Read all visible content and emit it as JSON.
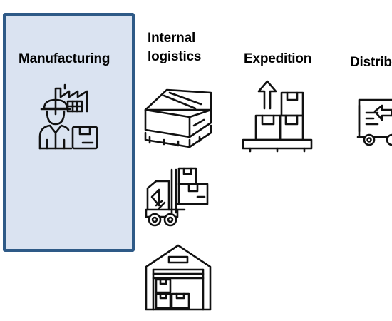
{
  "stages": [
    {
      "label": "Manufacturing",
      "icon": "factory-worker-icon",
      "highlighted": true,
      "highlight_color": "#dae3f1",
      "border_color": "#2e5a87"
    },
    {
      "label_lines": [
        "Internal",
        "logistics"
      ],
      "icons": [
        "box-icon",
        "forklift-icon",
        "warehouse-icon"
      ]
    },
    {
      "label": "Expedition",
      "icon": "pallet-boxes-icon"
    },
    {
      "label": "Distrib",
      "icon": "delivery-truck-icon"
    }
  ]
}
